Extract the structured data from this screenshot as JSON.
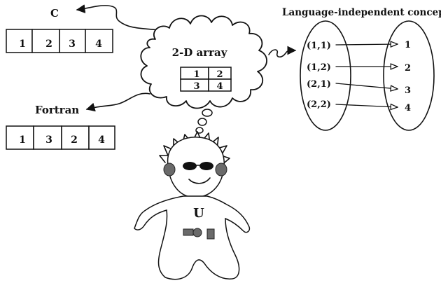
{
  "labels": {
    "c": "C",
    "fortran": "Fortran",
    "concept_title": "Language-independent concept",
    "cloud_title": "2-D array",
    "emblem": "U"
  },
  "c_array": [
    "1",
    "2",
    "3",
    "4"
  ],
  "fortran_array": [
    "1",
    "3",
    "2",
    "4"
  ],
  "grid_2d": [
    [
      "1",
      "2"
    ],
    [
      "3",
      "4"
    ]
  ],
  "mapping": {
    "indices": [
      "(1,1)",
      "(1,2)",
      "(2,1)",
      "(2,2)"
    ],
    "values": [
      "1",
      "2",
      "3",
      "4"
    ]
  }
}
